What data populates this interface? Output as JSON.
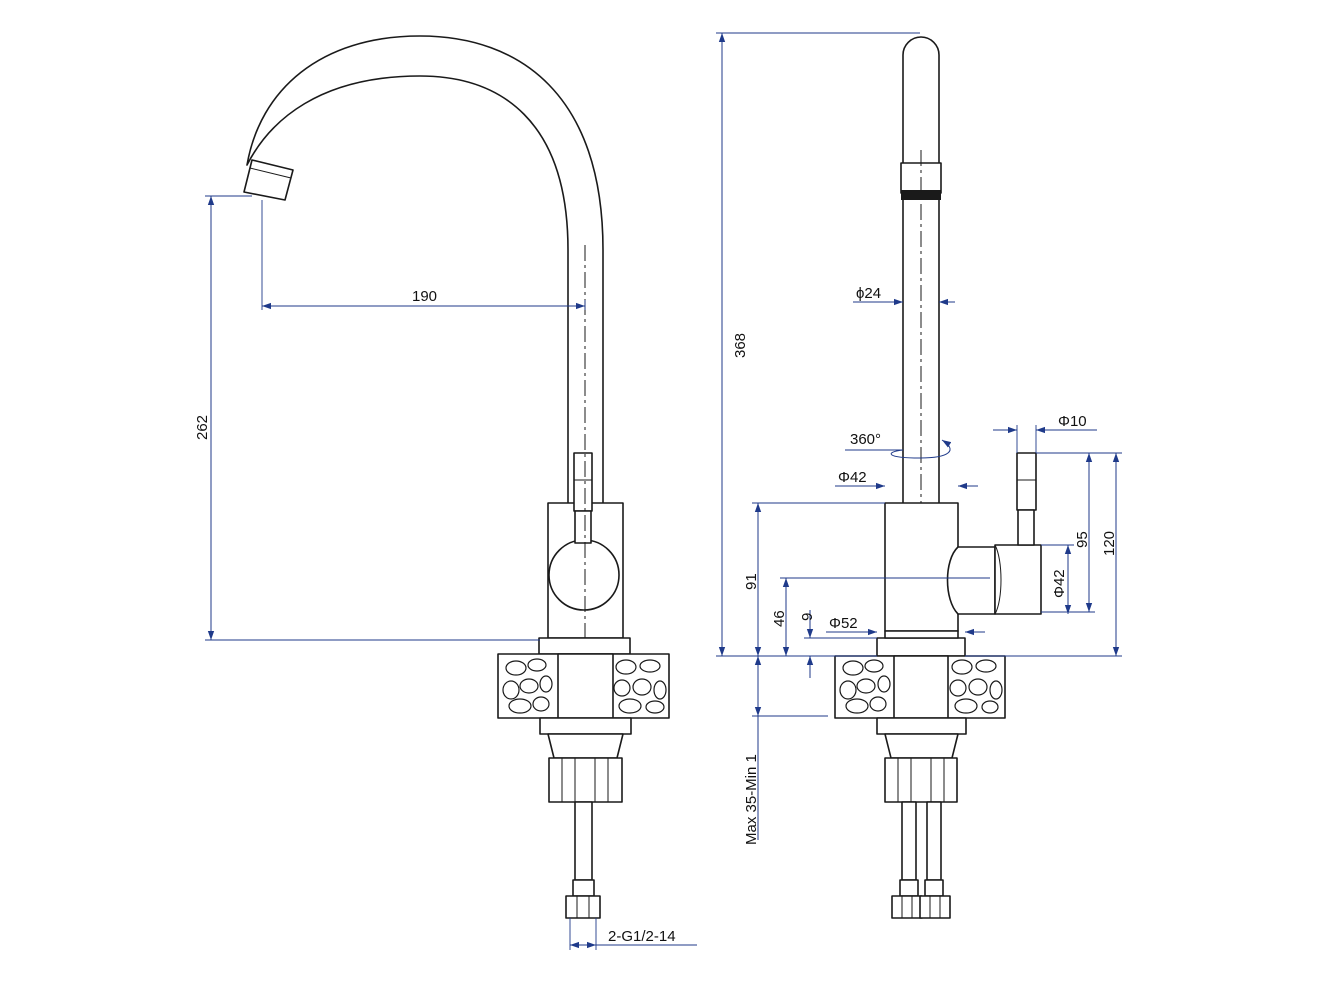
{
  "dimensions": {
    "spout_reach": "190",
    "spout_height": "262",
    "overall_height": "368",
    "spout_diameter": "ϕ24",
    "rotation": "360°",
    "body_diameter_top": "Φ42",
    "handle_diameter": "Φ10",
    "handle_height": "95",
    "lever_height": "120",
    "body_height": "91",
    "lever_axis_height": "46",
    "base_height": "9",
    "base_diameter": "Φ52",
    "lever_hub_diameter": "Φ42",
    "deck_thickness": "Max 35-Min 1",
    "hose_thread": "2-G1/2-14"
  },
  "colors": {
    "dimension_lines": "#1f3a8a",
    "outline": "#1a1a1a"
  }
}
